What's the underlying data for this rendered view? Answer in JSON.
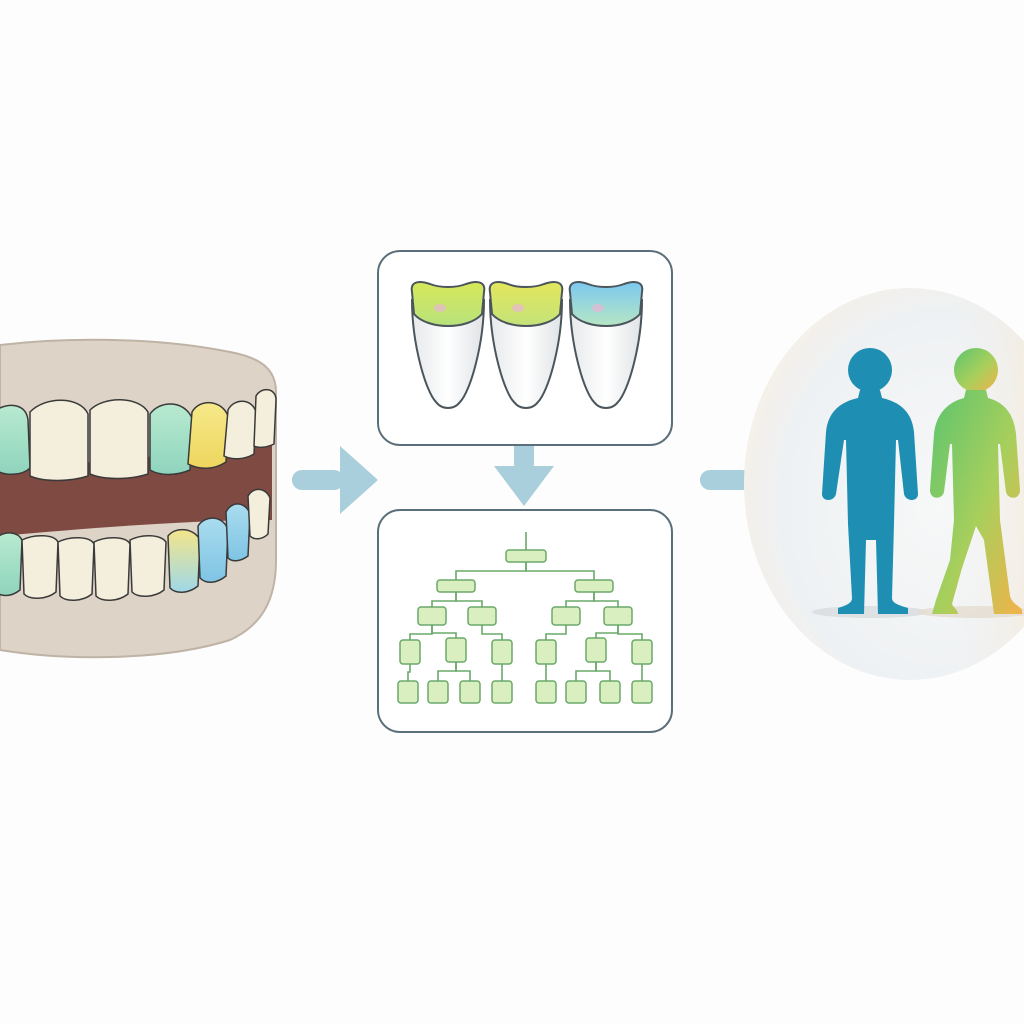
{
  "colors": {
    "background": "#fdfdfd",
    "gum": "#7e4a42",
    "gum_outer": "#ddd3c7",
    "tooth_white": "#f4efdc",
    "tooth_green": "#a8dfc4",
    "tooth_yellow": "#f2e27a",
    "tooth_blue": "#9fd4ea",
    "arrow": "#a8cfdb",
    "panel_border": "#5b6f7a",
    "tree_line": "#6aa86a",
    "tree_node": "#d9efc0",
    "person_blue": "#1e8fb3",
    "person_gradient_top": "#5cc46e",
    "person_gradient_bottom": "#f2b24a",
    "oval_bg": "#eef1f3"
  },
  "diagram": {
    "stages": [
      {
        "id": "dental-arch",
        "icon": "teeth-illustration-icon"
      },
      {
        "id": "analysis",
        "icon": "tooth-heatmap-and-decision-tree-icon"
      },
      {
        "id": "outcome",
        "icon": "people-silhouettes-icon"
      }
    ],
    "molars": [
      {
        "crown_top": "#d7e85a",
        "crown_bottom": "#b8e27c"
      },
      {
        "crown_top": "#e3e65c",
        "crown_bottom": "#c4e37a"
      },
      {
        "crown_top": "#7cc8ef",
        "crown_bottom": "#b6e6c4"
      }
    ]
  }
}
